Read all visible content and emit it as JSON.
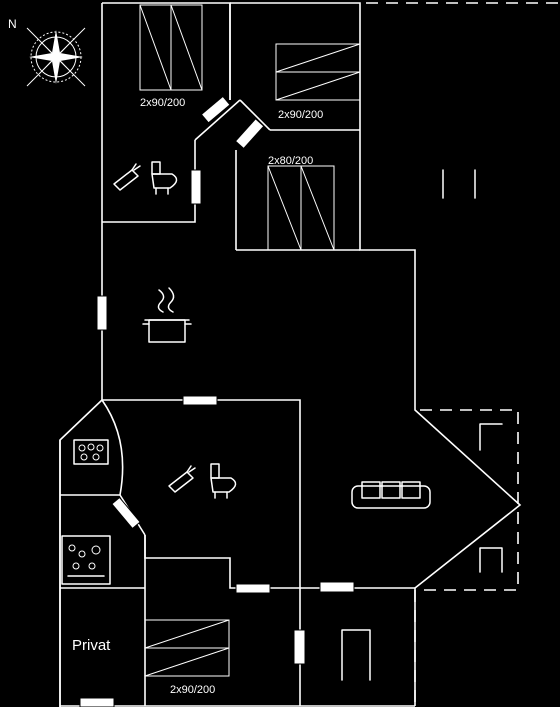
{
  "compass": {
    "north_label": "N"
  },
  "rooms": [
    {
      "key": "bedroom_top_left",
      "bed_label": "2x90/200"
    },
    {
      "key": "bedroom_top_right",
      "bed_label": "2x90/200"
    },
    {
      "key": "bedroom_mid",
      "bed_label": "2x80/200"
    },
    {
      "key": "private_room",
      "room_label": "Privat"
    },
    {
      "key": "bedroom_bottom",
      "bed_label": "2x90/200"
    }
  ],
  "icons": [
    "compass-rose-icon",
    "toilet-shower-icon",
    "kitchen-pot-icon",
    "bathroom-shower-toilet-icon",
    "stove-icon",
    "sauna-icon",
    "sofa-icon",
    "chair-icon"
  ],
  "colors": {
    "background": "#000000",
    "line": "#ffffff"
  }
}
